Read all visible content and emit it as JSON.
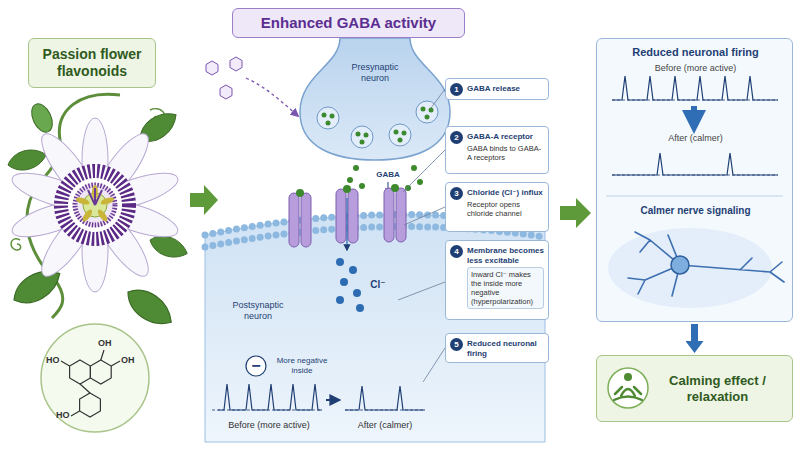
{
  "diagram": {
    "title": "Enhanced GABA activity",
    "nodes": [
      {
        "text": [
          "Passion flower flavonoids"
        ]
      },
      {
        "text": [
          "OH",
          "OH",
          "HO",
          "HO"
        ]
      },
      {
        "text": [
          "1",
          "GABA release"
        ]
      },
      {
        "text": [
          "2",
          "GABA-A receptor",
          "GABA binds to GABA-A receptors"
        ]
      },
      {
        "text": [
          "3",
          "Chloride (Cl⁻) influx",
          "Receptor opens chloride channel"
        ]
      },
      {
        "text": [
          "4",
          "Membrane becomes less excitable",
          "Inward Cl⁻ makes the inside more negative (hyperpolarization)"
        ]
      },
      {
        "text": [
          "5",
          "Reduced neuronal firing"
        ]
      },
      {
        "text": [
          "Reduced neuronal firing",
          "Before (more active)",
          "After (calmer)",
          "Calmer nerve signaling"
        ]
      },
      {
        "text": [
          "Calming effect / relaxation"
        ]
      }
    ],
    "edges": [
      {
        "from": 7,
        "to": 8,
        "arrow": "to"
      }
    ],
    "labels": [
      "Presynaptic neuron",
      "GABA",
      "Postsynaptic neuron",
      "Cl⁻",
      "−",
      "More negative inside",
      "Before (more active)",
      "After (calmer)"
    ]
  }
}
